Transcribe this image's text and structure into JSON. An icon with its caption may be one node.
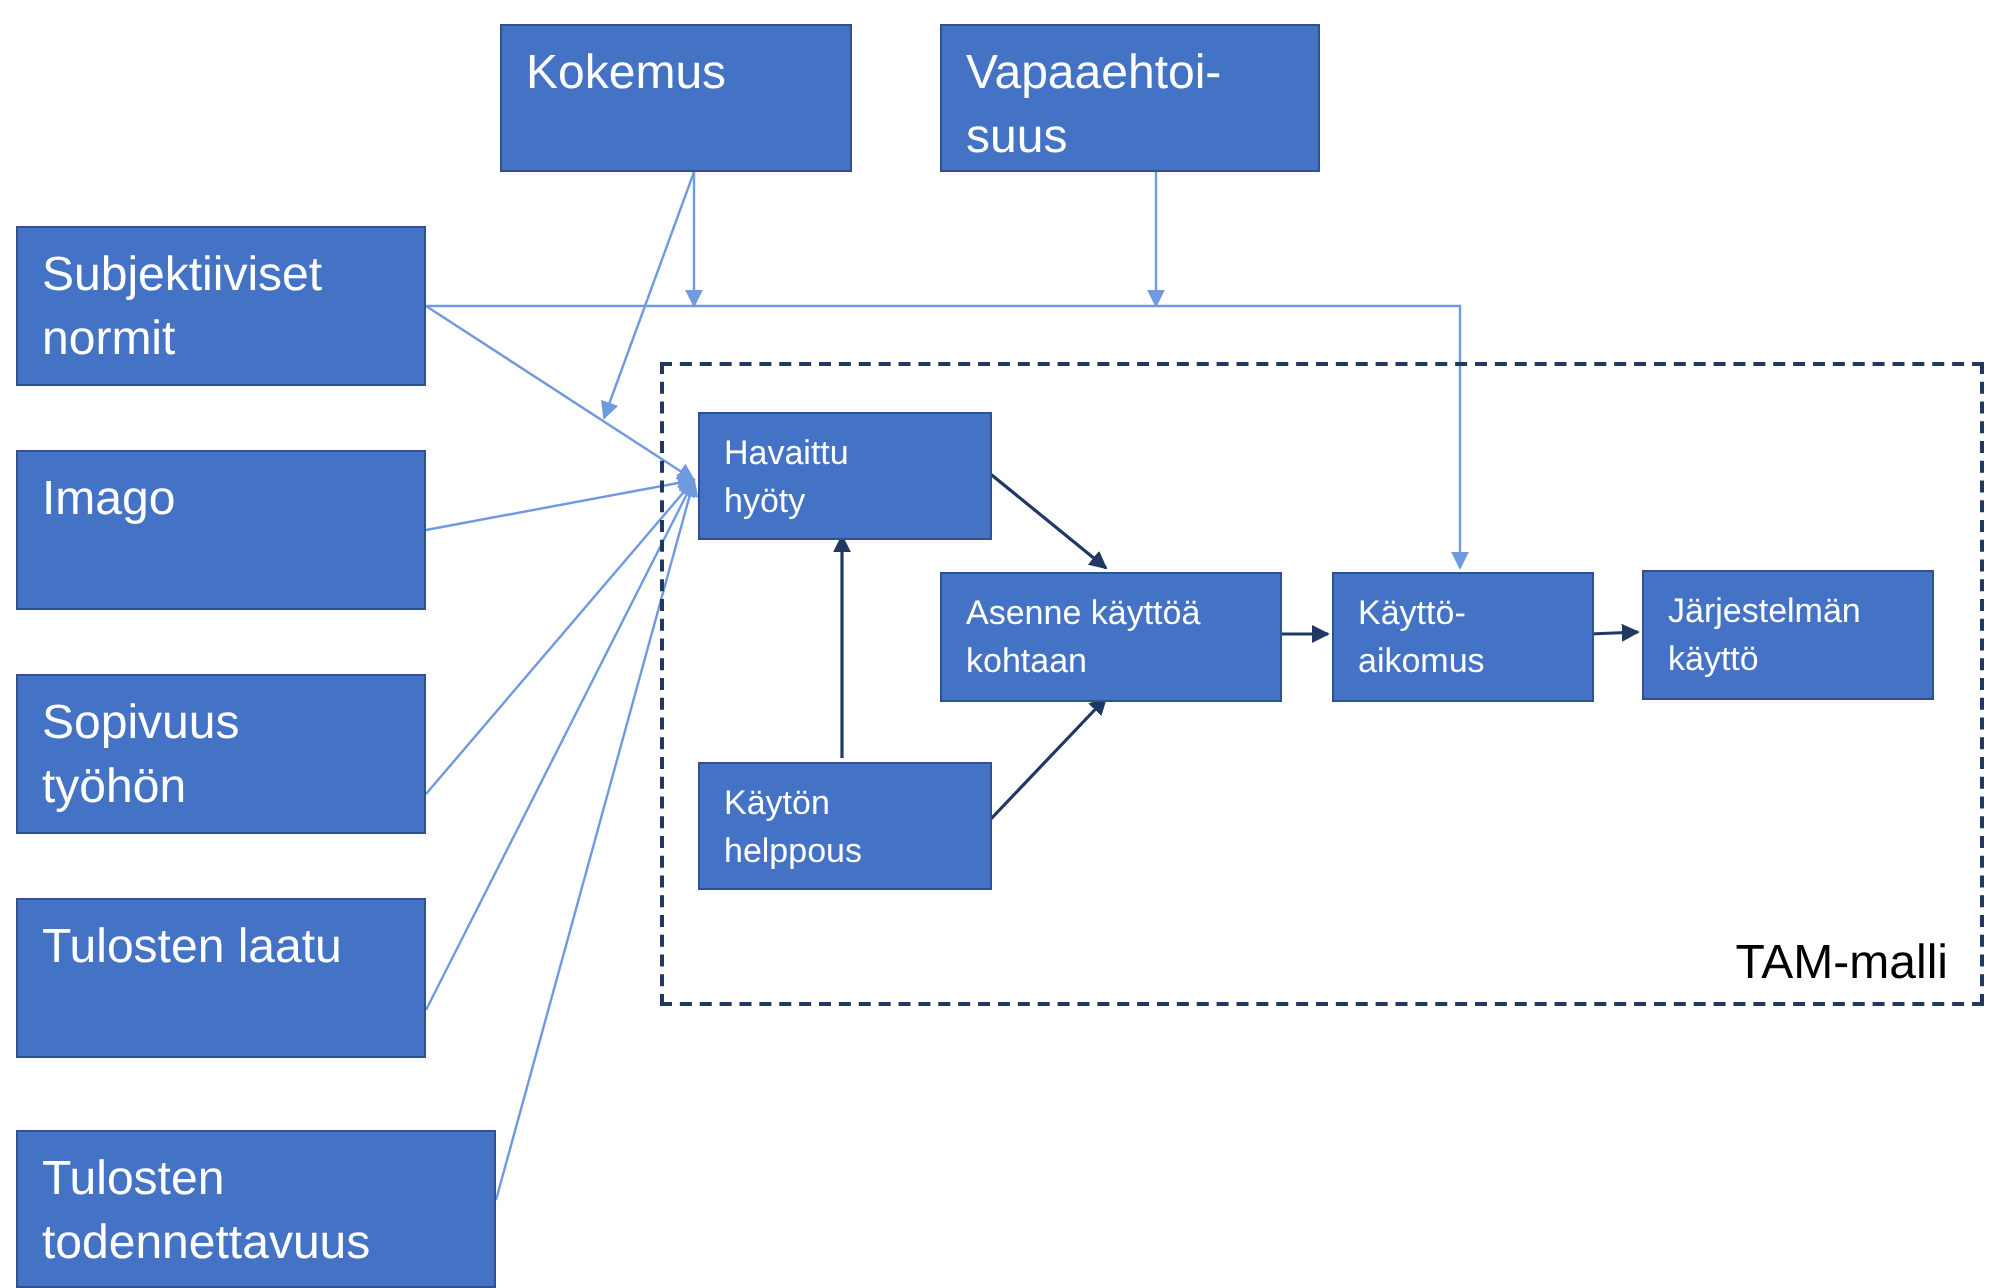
{
  "diagram": {
    "nodes": [
      {
        "text": [
          "Kokemus"
        ]
      },
      {
        "text": [
          "Vapaaehtoi- suus"
        ]
      },
      {
        "text": [
          "Subjektiiviset normit"
        ]
      },
      {
        "text": [
          "Imago"
        ]
      },
      {
        "text": [
          "Sopivuus työhön"
        ]
      },
      {
        "text": [
          "Tulosten laatu"
        ]
      },
      {
        "text": [
          "Tulosten todennettavuus"
        ]
      },
      {
        "text": [
          "TAM-malli"
        ]
      },
      {
        "text": [
          "Havaittu hyöty"
        ],
        "in": 7
      },
      {
        "text": [
          "Asenne käyttöä kohtaan"
        ],
        "in": 7
      },
      {
        "text": [
          "Käyttö- aikomus"
        ],
        "in": 7
      },
      {
        "text": [
          "Järjestelmän käyttö"
        ],
        "in": 7
      },
      {
        "text": [
          "Käytön helppous"
        ],
        "in": 7
      }
    ],
    "edges": [
      {
        "from": 0,
        "to": null,
        "arrow": "to"
      },
      {
        "from": 0,
        "to": null,
        "arrow": "to"
      },
      {
        "from": 1,
        "to": null,
        "arrow": "to"
      },
      {
        "from": 2,
        "to": 10,
        "arrow": "to"
      },
      {
        "from": 2,
        "to": 8,
        "arrow": "to"
      },
      {
        "from": 3,
        "to": 8,
        "arrow": "to"
      },
      {
        "from": 4,
        "to": 8,
        "arrow": "to"
      },
      {
        "from": 5,
        "to": 8,
        "arrow": "to"
      },
      {
        "from": 6,
        "to": 8,
        "arrow": "to"
      },
      {
        "from": 8,
        "to": 9,
        "arrow": "to",
        "color": "#1f3864"
      },
      {
        "from": 12,
        "to": 9,
        "arrow": "to",
        "color": "#1f3864"
      },
      {
        "from": 12,
        "to": 8,
        "arrow": "to",
        "color": "#1f3864"
      },
      {
        "from": 9,
        "to": 10,
        "arrow": "to",
        "color": "#1f3864"
      },
      {
        "from": 10,
        "to": 11,
        "arrow": "to",
        "color": "#1f3864"
      }
    ]
  }
}
